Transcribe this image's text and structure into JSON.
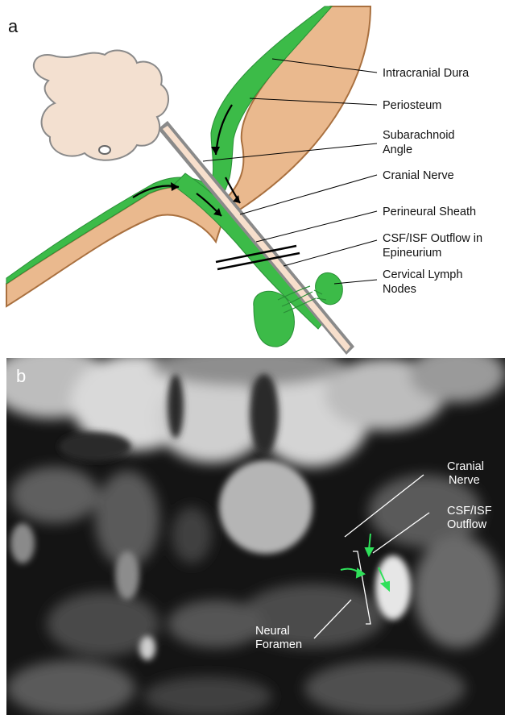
{
  "panel_a": {
    "letter": "a",
    "labels": {
      "intracranial_dura": "Intracranial Dura",
      "periosteum": "Periosteum",
      "subarachnoid_angle": [
        "Subarachnoid",
        "Angle"
      ],
      "cranial_nerve": "Cranial Nerve",
      "perineural_sheath": "Perineural Sheath",
      "csf_isf_outflow": [
        "CSF/ISF Outflow in",
        "Epineurium"
      ],
      "cervical_lymph_nodes": [
        "Cervical Lymph",
        "Nodes"
      ]
    }
  },
  "panel_b": {
    "letter": "b",
    "labels": {
      "cranial_nerve": [
        "Cranial",
        "Nerve"
      ],
      "csf_isf_outflow": [
        "CSF/ISF",
        "Outflow"
      ],
      "neural_foramen": [
        "Neural",
        "Foramen"
      ]
    }
  },
  "colors": {
    "bone": "#eab98e",
    "bone_edge": "#a9703f",
    "brain": "#f3e0d0",
    "csf_green": "#3cbb48",
    "nerve": "#f7dfcc",
    "sheath_gray": "#8a8a8a",
    "arrow_green": "#2fe05a"
  }
}
